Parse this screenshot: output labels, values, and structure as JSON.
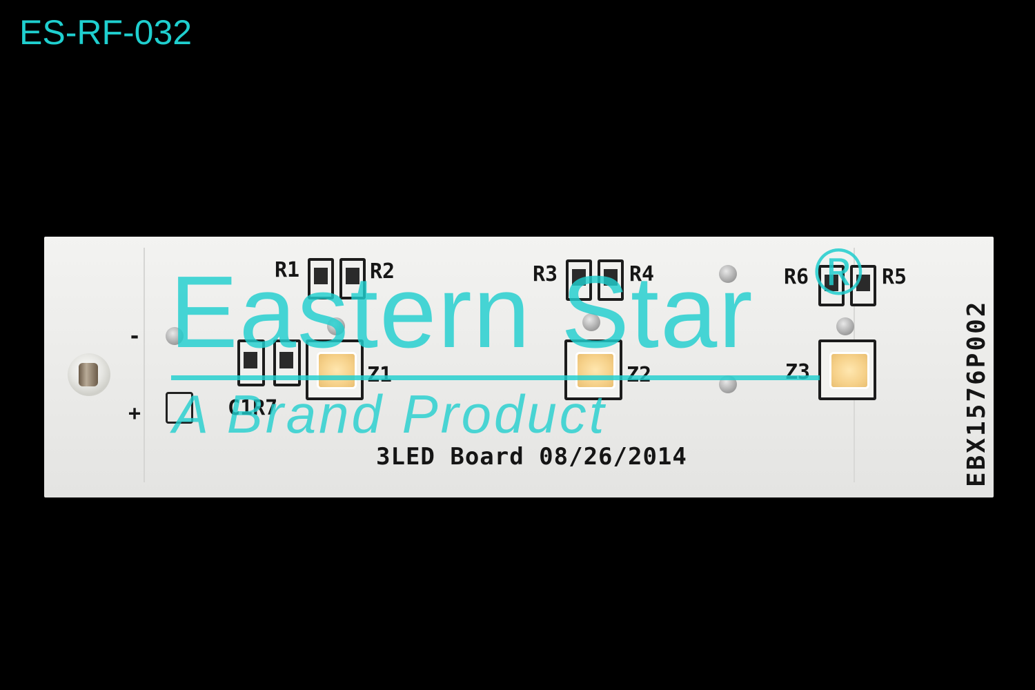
{
  "product_code": "ES-RF-032",
  "board": {
    "title": "3LED Board 08/26/2014",
    "part_number": "EBX1576P002",
    "terminals": {
      "minus": "-",
      "plus": "+"
    },
    "labels": {
      "r1": "R1",
      "r2": "R2",
      "r3": "R3",
      "r4": "R4",
      "r5": "R5",
      "r6": "R6",
      "c1r7": "C1R7",
      "z1": "Z1",
      "z2": "Z2",
      "z3": "Z3"
    }
  },
  "watermark": {
    "brand": "Eastern Star",
    "registered": "®",
    "tagline": "A Brand Product"
  },
  "colors": {
    "watermark": "#20cece",
    "background": "#000000",
    "board": "#efefed",
    "led": "#f6d18a"
  }
}
